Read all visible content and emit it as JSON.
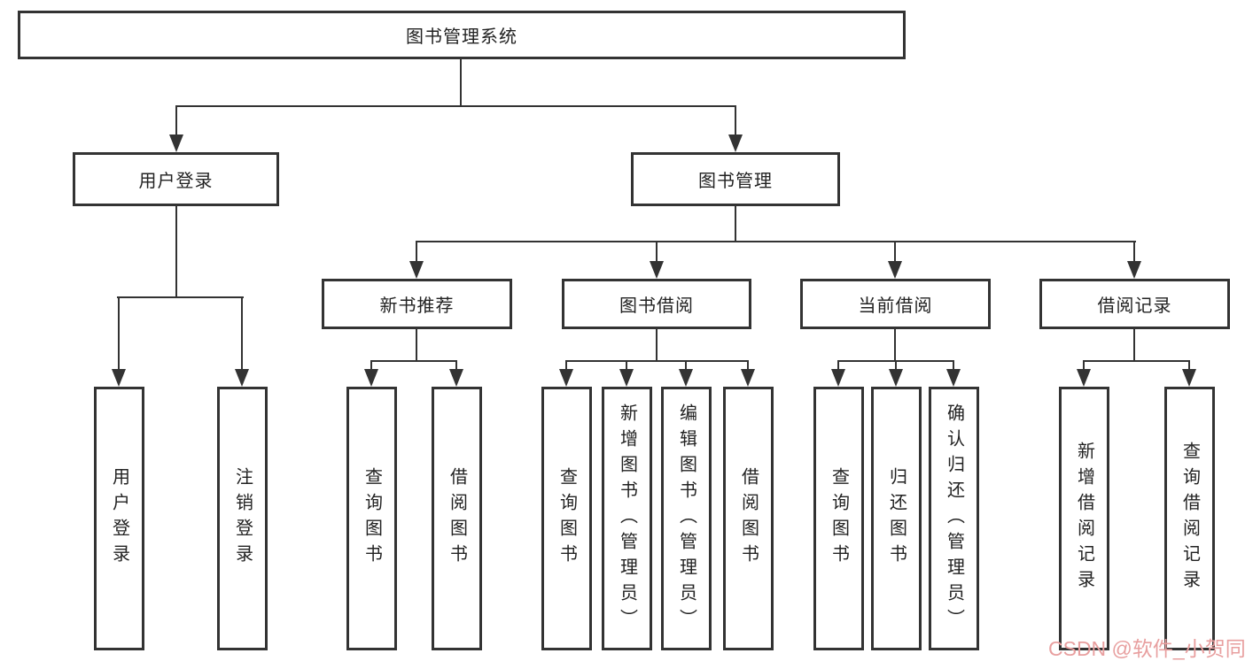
{
  "tree": {
    "root": "图书管理系统",
    "branches": [
      {
        "label": "用户登录",
        "children": [
          "用户登录",
          "注销登录"
        ]
      },
      {
        "label": "图书管理",
        "groups": [
          {
            "label": "新书推荐",
            "children": [
              "查询图书",
              "借阅图书"
            ]
          },
          {
            "label": "图书借阅",
            "children": [
              "查询图书",
              "新增图书（管理员）",
              "编辑图书（管理员）",
              "借阅图书"
            ]
          },
          {
            "label": "当前借阅",
            "children": [
              "查询图书",
              "归还图书",
              "确认归还（管理员）"
            ]
          },
          {
            "label": "借阅记录",
            "children": [
              "新增借阅记录",
              "查询借阅记录"
            ]
          }
        ]
      }
    ]
  },
  "watermark": {
    "text": "CSDN @软件_小贺同学"
  },
  "colors": {
    "line": "#333333",
    "watermark": "#e89f9f",
    "background": "#ffffff",
    "text": "#222222"
  }
}
